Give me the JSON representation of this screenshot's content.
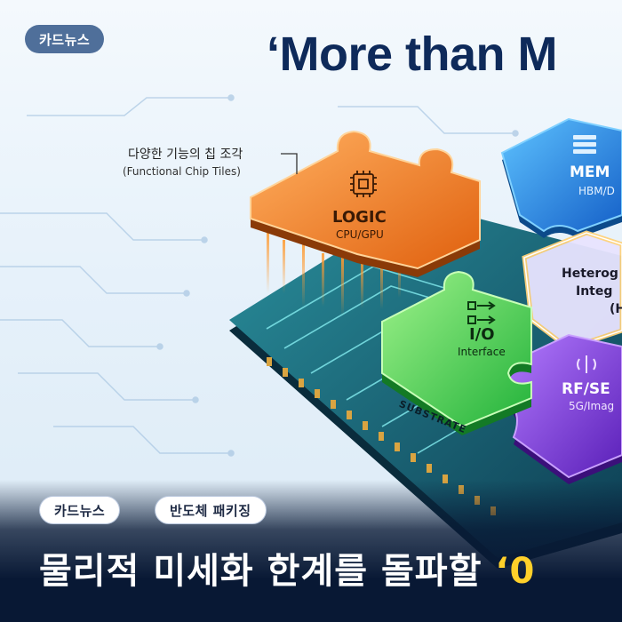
{
  "top_badge": "카드뉴스",
  "headline": "‘More than M",
  "callout": {
    "korean": "다양한 기능의 칩 조각",
    "english": "(Functional Chip Tiles)"
  },
  "chips": {
    "logic": {
      "title": "LOGIC",
      "subtitle": "CPU/GPU"
    },
    "io": {
      "title": "I/O",
      "subtitle": "Interface"
    },
    "memory": {
      "title": "MEM",
      "subtitle": "HBM/D"
    },
    "hetero": {
      "line1": "Heterog",
      "line2": "Integ",
      "line3": "(H"
    },
    "rf": {
      "title": "RF/SE",
      "subtitle": "5G/Imag"
    }
  },
  "substrate_label": "SUBSTRATE",
  "bottom_tags": [
    "카드뉴스",
    "반도체 패키징"
  ],
  "bottom_headline": {
    "main": "물리적 미세화 한계를 돌파할 ",
    "accent": "‘0"
  },
  "colors": {
    "logic": "#f07a1a",
    "io": "#3bd14a",
    "memory": "#1e8fe8",
    "rf": "#8a3ee0",
    "accent": "#ffd02a",
    "headline": "#0e2a5a"
  }
}
